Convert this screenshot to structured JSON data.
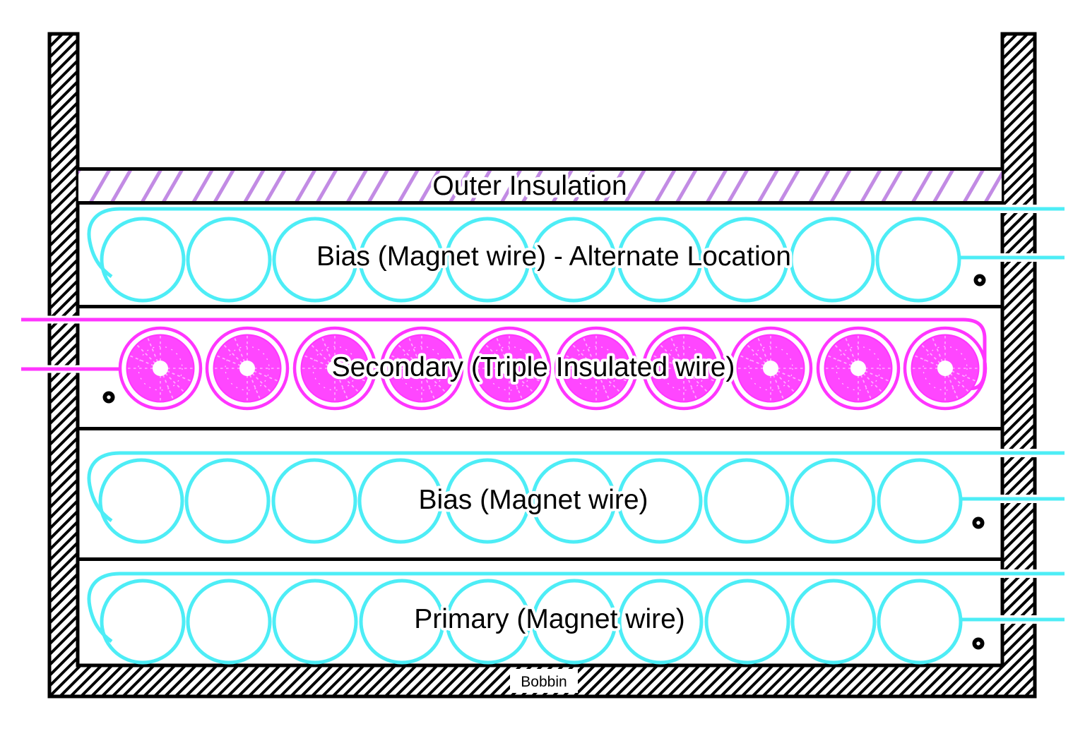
{
  "diagram": {
    "type": "transformer-bobbin-winding-cross-section",
    "outer_insulation_label": "Outer Insulation",
    "layers": [
      {
        "id": "bias-alternate",
        "label": "Bias (Magnet wire) - Alternate Location",
        "wire_type": "magnet",
        "turns": 10
      },
      {
        "id": "secondary",
        "label": "Secondary (Triple Insulated wire)",
        "wire_type": "triple-insulated",
        "turns": 10
      },
      {
        "id": "bias",
        "label": "Bias (Magnet wire)",
        "wire_type": "magnet",
        "turns": 10
      },
      {
        "id": "primary",
        "label": "Primary (Magnet wire)",
        "wire_type": "magnet",
        "turns": 10
      }
    ],
    "bobbin_label": "Bobbin",
    "colors": {
      "magnet_wire": "#4DEDF6",
      "triple_insulated_wire": "#FF35FF",
      "triple_insulated_fill": "#FF46FF",
      "outer_insulation_hatch": "#C28BE4",
      "bobbin_outline": "#000000"
    }
  }
}
